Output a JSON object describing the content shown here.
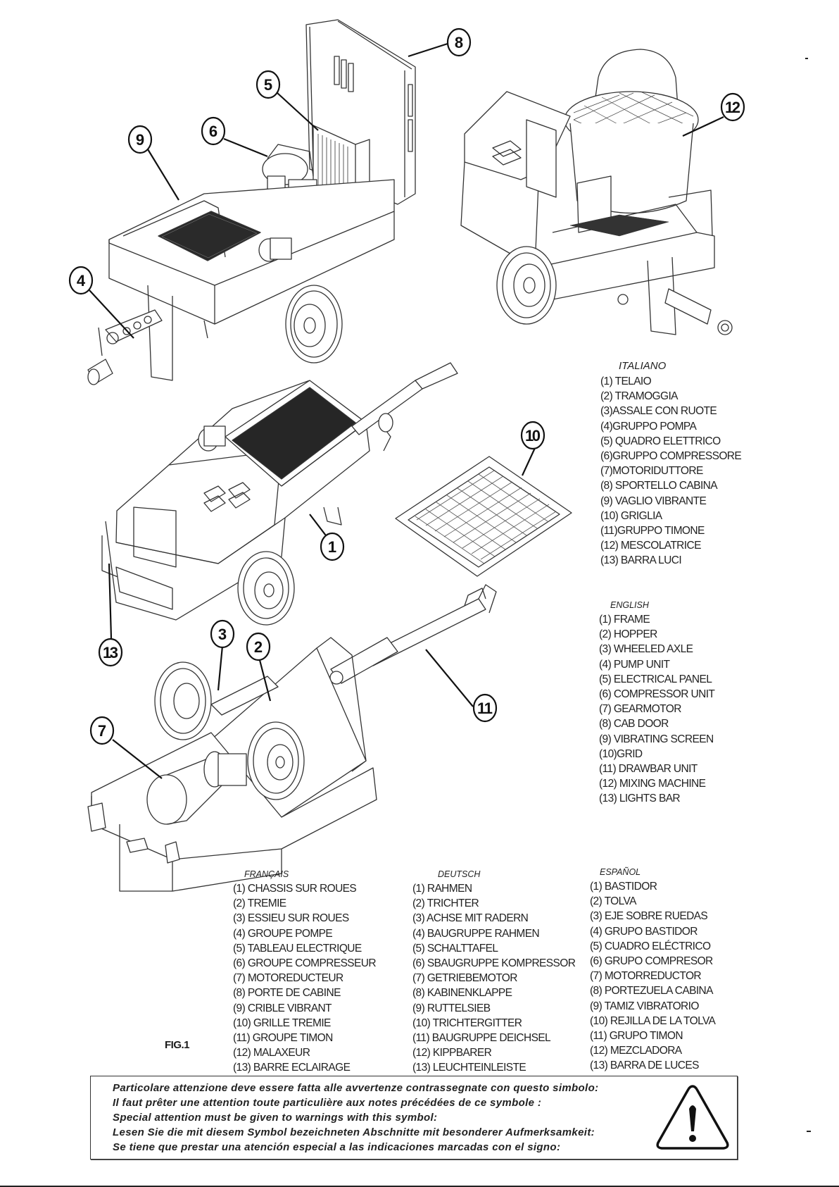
{
  "figure": {
    "label": "FIG.1",
    "callouts": [
      {
        "number": "1",
        "part": "frame"
      },
      {
        "number": "2",
        "part": "hopper"
      },
      {
        "number": "3",
        "part": "wheeled axle"
      },
      {
        "number": "4",
        "part": "pump unit"
      },
      {
        "number": "5",
        "part": "electrical panel"
      },
      {
        "number": "6",
        "part": "compressor unit"
      },
      {
        "number": "7",
        "part": "gearmotor"
      },
      {
        "number": "8",
        "part": "cab door"
      },
      {
        "number": "9",
        "part": "vibrating screen"
      },
      {
        "number": "10",
        "part": "grid"
      },
      {
        "number": "11",
        "part": "drawbar unit"
      },
      {
        "number": "12",
        "part": "mixing machine"
      },
      {
        "number": "13",
        "part": "lights bar"
      }
    ]
  },
  "legends": {
    "italiano": {
      "title": "ITALIANO",
      "items": [
        "(1) TELAIO",
        "(2) TRAMOGGIA",
        "(3)ASSALE CON RUOTE",
        "(4)GRUPPO POMPA",
        "(5) QUADRO ELETTRICO",
        "(6)GRUPPO COMPRESSORE",
        "(7)MOTORIDUTTORE",
        "(8) SPORTELLO CABINA",
        "(9) VAGLIO VIBRANTE",
        "(10) GRIGLIA",
        "(11)GRUPPO TIMONE",
        "(12) MESCOLATRICE",
        "(13) BARRA LUCI"
      ]
    },
    "english": {
      "title": "ENGLISH",
      "items": [
        "(1)  FRAME",
        "(2) HOPPER",
        "(3) WHEELED AXLE",
        "(4) PUMP UNIT",
        "(5) ELECTRICAL PANEL",
        "(6) COMPRESSOR UNIT",
        "(7) GEARMOTOR",
        "(8) CAB DOOR",
        "(9) VIBRATING SCREEN",
        "(10)GRID",
        "(11) DRAWBAR UNIT",
        "(12) MIXING MACHINE",
        "(13) LIGHTS BAR"
      ]
    },
    "francais": {
      "title": "FRANÇAIS",
      "items": [
        "(1) CHASSIS SUR ROUES",
        "(2) TREMIE",
        "(3) ESSIEU SUR ROUES",
        "(4) GROUPE POMPE",
        "(5) TABLEAU ELECTRIQUE",
        "(6) GROUPE COMPRESSEUR",
        "(7) MOTOREDUCTEUR",
        "(8) PORTE DE CABINE",
        "(9) CRIBLE VIBRANT",
        "(10) GRILLE TREMIE",
        " (11) GROUPE TIMON",
        "(12) MALAXEUR",
        "(13) BARRE ECLAIRAGE"
      ]
    },
    "deutsch": {
      "title": "DEUTSCH",
      "items": [
        "(1) RAHMEN",
        "(2) TRICHTER",
        "(3) ACHSE MIT RADERN",
        "(4) BAUGRUPPE RAHMEN",
        "(5)  SCHALTTAFEL",
        "(6) SBAUGRUPPE KOMPRESSOR",
        "(7) GETRIEBEMOTOR",
        "(8) KABINENKLAPPE",
        "(9) RUTTELSIEB",
        "(10) TRICHTERGITTER",
        "(11) BAUGRUPPE DEICHSEL",
        "(12) KIPPBARER",
        "(13) LEUCHTEINLEISTE"
      ]
    },
    "espanol": {
      "title": "ESPAÑOL",
      "items": [
        "(1) BASTIDOR",
        "(2)  TOLVA",
        "(3) EJE SOBRE RUEDAS",
        "(4) GRUPO BASTIDOR",
        "(5) CUADRO ELÉCTRICO",
        "(6) GRUPO COMPRESOR",
        "(7) MOTORREDUCTOR",
        "(8) PORTEZUELA CABINA",
        "(9) TAMIZ VIBRATORIO",
        "(10)  REJILLA DE LA TOLVA",
        "(11) GRUPO TIMON",
        "(12) MEZCLADORA",
        "(13) BARRA DE LUCES"
      ]
    }
  },
  "warning": {
    "lines": [
      "Particolare attenzione deve essere fatta alle avvertenze  contrassegnate con questo simbolo:",
      "Il faut prêter une attention toute particulière aux notes précédées de ce symbole :",
      "Special attention must be given to warnings with this symbol:",
      "Lesen Sie die mit diesem Symbol bezeichneten Abschnitte mit besonderer Aufmerksamkeit:",
      "Se tiene que prestar una atención especial a las indicaciones marcadas con el signo:"
    ],
    "icon": "warning-triangle-icon"
  }
}
